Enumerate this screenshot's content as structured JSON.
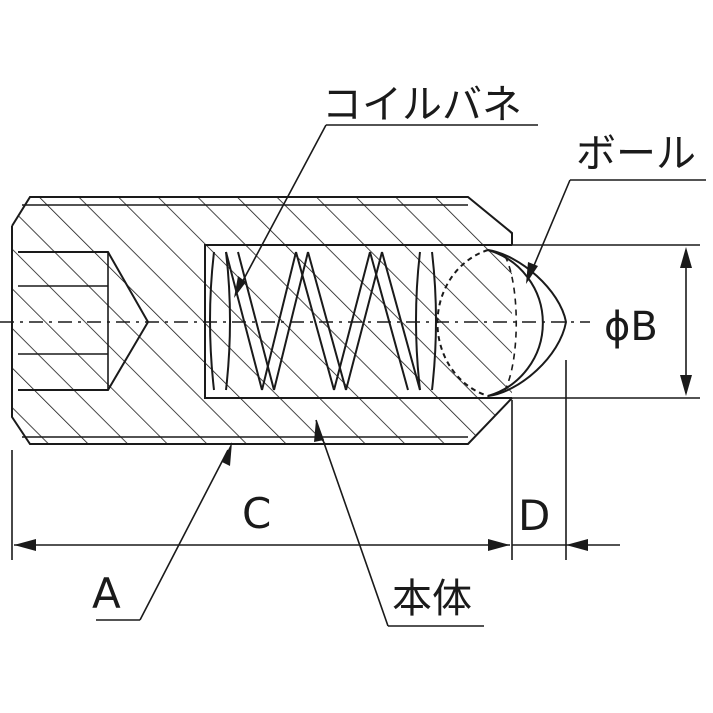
{
  "labels": {
    "coil_spring": "コイルバネ",
    "ball": "ボール",
    "diameter_b": "ϕB",
    "dim_c": "C",
    "dim_d": "D",
    "dim_a": "A",
    "body": "本体"
  }
}
